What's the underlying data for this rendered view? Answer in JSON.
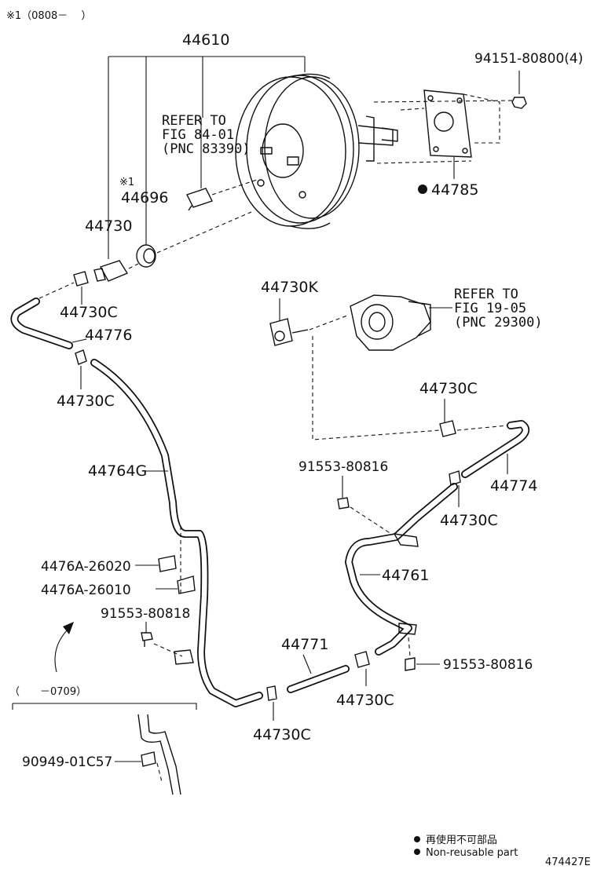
{
  "diagram": {
    "note_top": "※1（0808－　 ）",
    "note_bottom_range": "（　　－0709）",
    "labels": {
      "p44610": "44610",
      "p94151": "94151-80800(4)",
      "refer1_line1": "REFER TO",
      "refer1_line2": "FIG 84-01",
      "refer1_line3": "(PNC 83390)",
      "p44696_mark": "※1",
      "p44696": "44696",
      "p44785": "44785",
      "p44730": "44730",
      "p44730C_a": "44730C",
      "p44776": "44776",
      "p44730C_b": "44730C",
      "p44730K": "44730K",
      "refer2_line1": "REFER TO",
      "refer2_line2": "FIG 19-05",
      "refer2_line3": "(PNC 29300)",
      "p44730C_c": "44730C",
      "p44764G": "44764G",
      "p91553_80816_a": "91553-80816",
      "p44774": "44774",
      "p44730C_d": "44730C",
      "p4476A_26020": "4476A-26020",
      "p4476A_26010": "4476A-26010",
      "p44761": "44761",
      "p91553_80818": "91553-80818",
      "p44771": "44771",
      "p91553_80816_b": "91553-80816",
      "p44730C_e": "44730C",
      "p44730C_f": "44730C",
      "p90949": "90949-01C57"
    },
    "legend": {
      "jp": "再使用不可部品",
      "en": "Non-reusable part"
    },
    "figure_id": "474427E"
  }
}
